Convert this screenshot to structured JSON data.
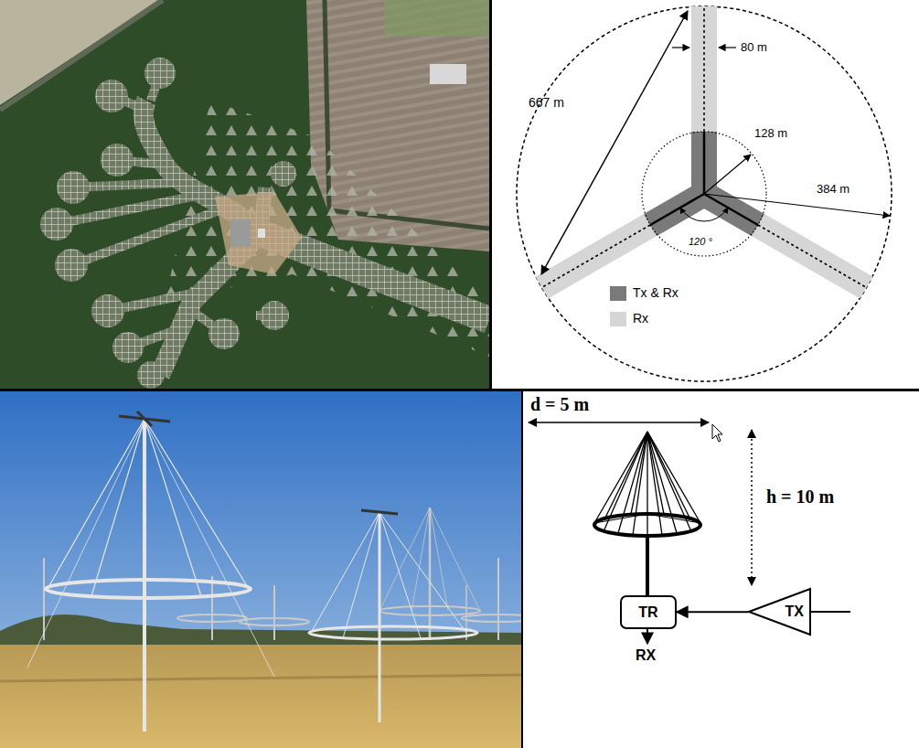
{
  "diagram": {
    "nodes": [
      {
        "text": [
          "TR"
        ]
      },
      {
        "text": [
          "TX"
        ]
      }
    ],
    "edges": [
      {
        "from": 1,
        "to": 0,
        "arrow": "to"
      }
    ],
    "labels": [
      "667 m",
      "80 m",
      "128 m",
      "384 m",
      "120 °",
      "d = 5 m",
      "h = 10 m",
      "RX"
    ],
    "legend": [
      {
        "text": "Tx & Rx",
        "color": "#7a7a7a"
      },
      {
        "text": "Rx",
        "color": "#d6d6d6"
      }
    ]
  }
}
